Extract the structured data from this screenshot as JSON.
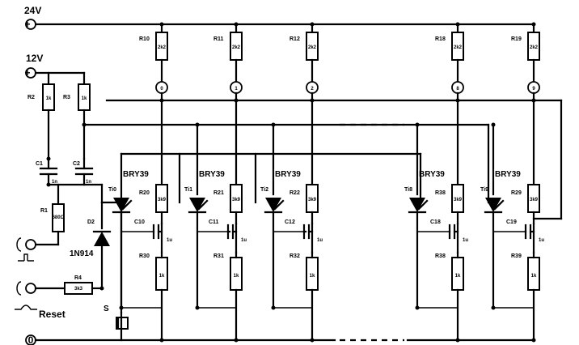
{
  "supply": {
    "v24": "24V",
    "v12": "12V",
    "plus": "+",
    "ground": "0"
  },
  "inputs": {
    "reset_label": "Reset",
    "diode_label": "1N914",
    "switch_label": "S"
  },
  "top_resistors": [
    "R10",
    "R11",
    "R12",
    "R18",
    "R19"
  ],
  "top_resistor_values": [
    "2k2",
    "2k2",
    "2k2",
    "2k2",
    "2k2"
  ],
  "lamps": [
    "0",
    "1",
    "2",
    "8",
    "9"
  ],
  "thyristors": [
    "BRY39",
    "BRY39",
    "BRY39",
    "BRY39",
    "BRY39"
  ],
  "thyristor_ids": [
    "Ti0",
    "Ti1",
    "Ti2",
    "Ti8",
    "Ti9"
  ],
  "mid_resistors": [
    "R20",
    "R21",
    "R22",
    "R38",
    "R29"
  ],
  "mid_resistor_values": [
    "3k9",
    "3k9",
    "3k9",
    "3k9",
    "3k9"
  ],
  "capacitors": [
    "C10",
    "C11",
    "C12",
    "C18",
    "C19"
  ],
  "capacitor_values": [
    "1u",
    "1u",
    "1u",
    "1u",
    "1u"
  ],
  "low_resistors": [
    "R30",
    "R31",
    "R32",
    "R38",
    "R39"
  ],
  "low_resistor_values": [
    "1k",
    "1k",
    "1k",
    "1k",
    "1k"
  ],
  "left": {
    "r2": "R2",
    "r2v": "1k",
    "r3": "R3",
    "r3v": "1k",
    "c1": "C1",
    "c1v": "1n",
    "c2": "C2",
    "c2v": "1n",
    "r1": "R1",
    "r1v": "680Ω",
    "r4": "R4",
    "r4v": "3k3",
    "d2": "D2"
  }
}
